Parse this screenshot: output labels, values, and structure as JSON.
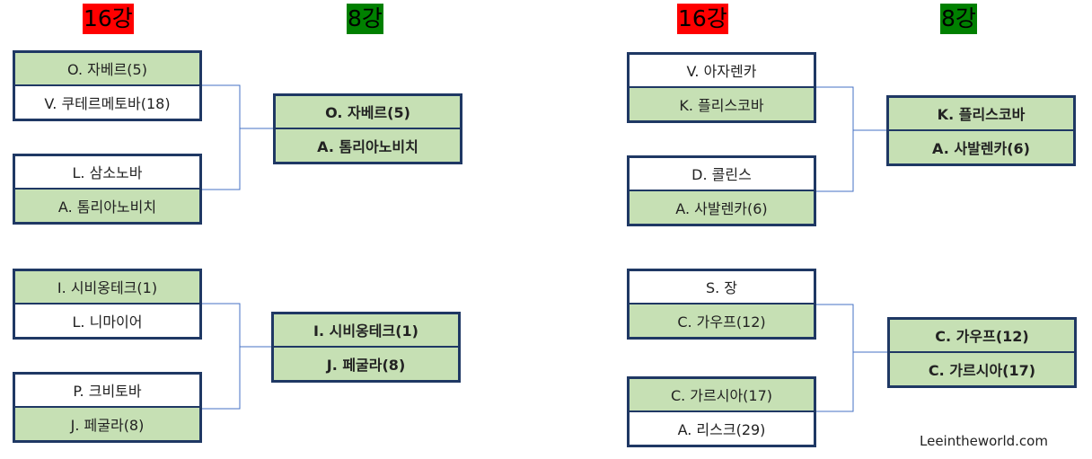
{
  "colors": {
    "round16_header_bg": "#ff0000",
    "round8_header_bg": "#008000",
    "winner_fill": "#c6e0b4",
    "border": "#1f3864"
  },
  "headers": {
    "left_r16": "16강",
    "left_r8": "8강",
    "right_r16": "16강",
    "right_r8": "8강"
  },
  "round_of_16": [
    {
      "top": "O. 자베르(5)",
      "bottom": "V. 쿠테르메토바(18)",
      "winner": "top"
    },
    {
      "top": "L. 삼소노바",
      "bottom": "A. 톰리아노비치",
      "winner": "bottom"
    },
    {
      "top": "I. 시비옹테크(1)",
      "bottom": "L. 니마이어",
      "winner": "top"
    },
    {
      "top": "P. 크비토바",
      "bottom": "J. 페굴라(8)",
      "winner": "bottom"
    },
    {
      "top": "V. 아자렌카",
      "bottom": "K. 플리스코바",
      "winner": "bottom"
    },
    {
      "top": "D. 콜린스",
      "bottom": "A. 사발렌카(6)",
      "winner": "bottom"
    },
    {
      "top": "S. 장",
      "bottom": "C. 가우프(12)",
      "winner": "bottom"
    },
    {
      "top": "C. 가르시아(17)",
      "bottom": "A. 리스크(29)",
      "winner": "top"
    }
  ],
  "round_of_8": [
    {
      "top": "O. 자베르(5)",
      "bottom": "A. 톰리아노비치"
    },
    {
      "top": "I. 시비옹테크(1)",
      "bottom": "J. 페굴라(8)"
    },
    {
      "top": "K. 플리스코바",
      "bottom": "A. 사발렌카(6)"
    },
    {
      "top": "C. 가우프(12)",
      "bottom": "C. 가르시아(17)"
    }
  ],
  "credit": "Leeintheworld.com"
}
